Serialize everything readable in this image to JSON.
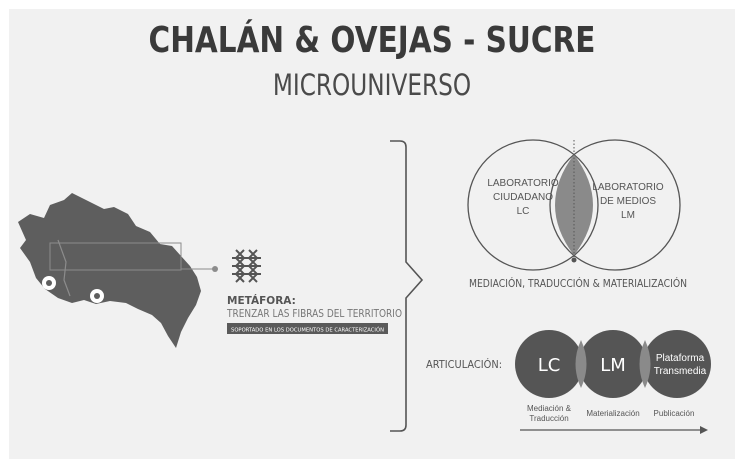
{
  "header": {
    "title": "CHALÁN & OVEJAS - SUCRE",
    "subtitle": "MICROUNIVERSO"
  },
  "metaphor": {
    "label": "METÁFORA:",
    "text": "TRENZAR LAS FIBRAS DEL TERRITORIO",
    "note": "SOPORTADO EN LOS DOCUMENTOS DE CARACTERIZACIÓN"
  },
  "venn": {
    "left_lines": [
      "LABORATORIO",
      "CIUDADANO",
      "LC"
    ],
    "right_lines": [
      "LABORATORIO",
      "DE MEDIOS",
      "LM"
    ],
    "caption": "MEDIACIÓN, TRADUCCIÓN & MATERIALIZACIÓN"
  },
  "articulation": {
    "label": "ARTICULACIÓN:",
    "circles": [
      {
        "lines": [
          "LC"
        ]
      },
      {
        "lines": [
          "LM"
        ]
      },
      {
        "lines": [
          "Plataforma",
          "Transmedia"
        ]
      }
    ],
    "steps": [
      {
        "lines": [
          "Mediación &",
          "Traducción"
        ]
      },
      {
        "lines": [
          "Materialización"
        ]
      },
      {
        "lines": [
          "Publicación"
        ]
      }
    ]
  },
  "colors": {
    "background": "#f1f1f1",
    "dark_gray": "#555555",
    "map_gray": "#5e5e5e",
    "lens_gray": "#8a8a8a"
  }
}
